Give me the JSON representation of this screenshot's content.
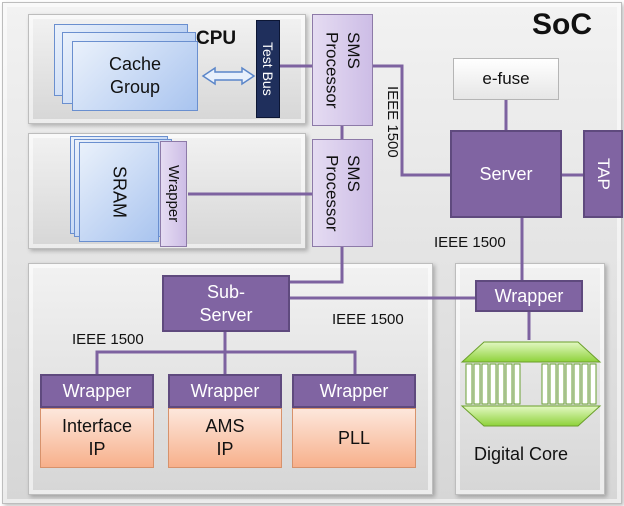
{
  "soc_label": "SoC",
  "cpu": {
    "label": "CPU",
    "cache_group": "Cache\nGroup",
    "test_bus": "Test Bus"
  },
  "memory": {
    "sram": "SRAM",
    "wrapper": "Wrapper"
  },
  "sms_processor_1": "SMS\nProcessor",
  "sms_processor_2": "SMS\nProcessor",
  "efuse": "e-fuse",
  "server": "Server",
  "tap": "TAP",
  "sub_server": "Sub-\nServer",
  "ieee_labels": {
    "vertical": "IEEE 1500",
    "server_down": "IEEE 1500",
    "subserver_right": "IEEE 1500",
    "subserver_down": "IEEE 1500"
  },
  "ip_blocks": [
    {
      "wrapper": "Wrapper",
      "name": "Interface\nIP"
    },
    {
      "wrapper": "Wrapper",
      "name": "AMS\nIP"
    },
    {
      "wrapper": "Wrapper",
      "name": "PLL"
    }
  ],
  "digital_core": {
    "wrapper": "Wrapper",
    "label": "Digital Core"
  },
  "colors": {
    "dark_purple": "#8064a2",
    "light_purple": "#ddd3ee",
    "blue": "#b8cdf0",
    "orange": "#f9c2a5",
    "chip_green": "#a6e35b",
    "wire": "#7d62a0"
  }
}
